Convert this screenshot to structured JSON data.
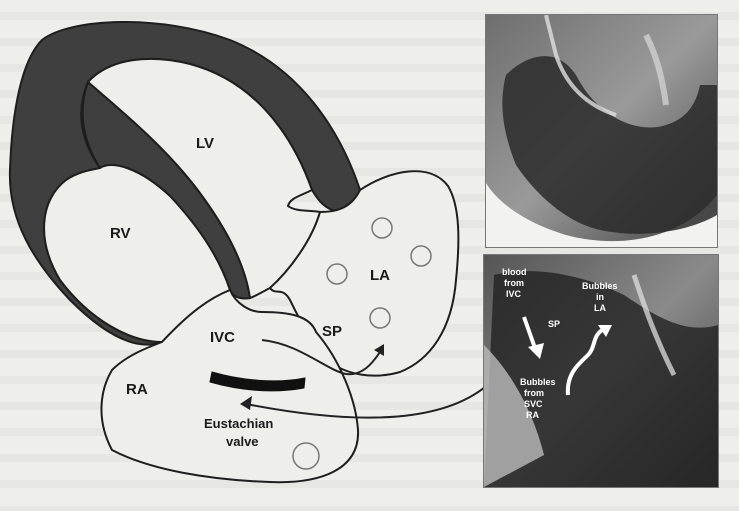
{
  "labels": {
    "lv": "LV",
    "rv": "RV",
    "la": "LA",
    "ra": "RA",
    "ivc": "IVC",
    "sp": "SP",
    "eustachian_line1": "Eustachian",
    "eustachian_line2": "valve"
  },
  "echo_bottom": {
    "blood_line1": "blood",
    "blood_line2": "from",
    "blood_line3": "IVC",
    "bubbles_line1": "Bubbles",
    "bubbles_line2": "in",
    "bubbles_line3": "LA",
    "sp": "SP",
    "bubbles_ra_line1": "Bubbles",
    "bubbles_ra_line2": "from",
    "bubbles_ra_line3": "SVC",
    "bubbles_ra_line4": "RA"
  }
}
